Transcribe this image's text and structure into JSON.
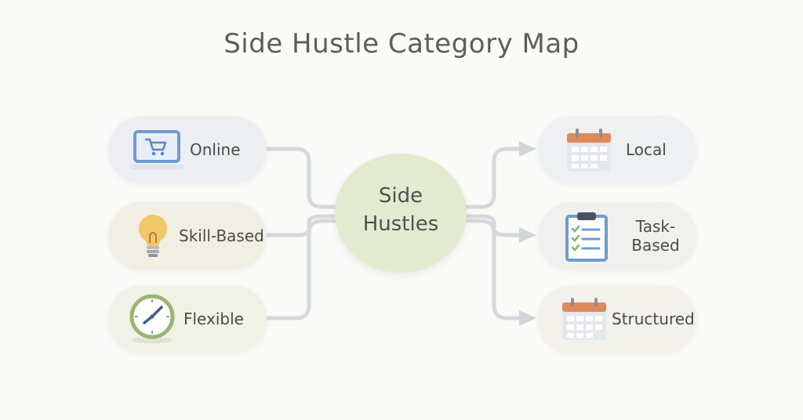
{
  "title": "Side Hustle Category Map",
  "center": {
    "line1": "Side",
    "line2": "Hustles",
    "color": "#e2ebcf"
  },
  "left_nodes": [
    {
      "label": "Online",
      "icon": "laptop-cart-icon",
      "color": "#eceef1"
    },
    {
      "label": "Skill-Based",
      "icon": "lightbulb-icon",
      "color": "#f1efe4"
    },
    {
      "label": "Flexible",
      "icon": "clock-icon",
      "color": "#eff2e4"
    }
  ],
  "right_nodes": [
    {
      "label": "Local",
      "icon": "calendar-icon",
      "color": "#eef0f2"
    },
    {
      "label_line1": "Task-",
      "label_line2": "Based",
      "icon": "clipboard-checklist-icon",
      "color": "#f0f1ee"
    },
    {
      "label": "Structured",
      "icon": "calendar-icon",
      "color": "#f2f1ec"
    }
  ],
  "colors": {
    "connector": "#d6d9dc",
    "arrow": "#d2d5d8",
    "text": "#4a4a4a"
  }
}
